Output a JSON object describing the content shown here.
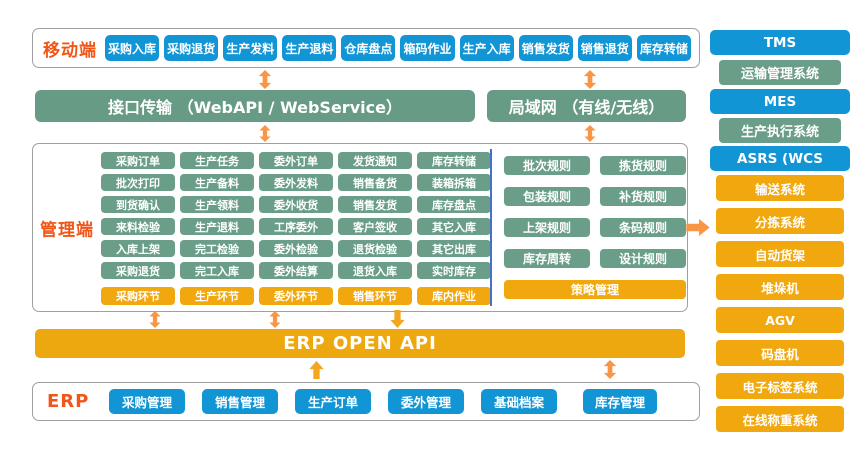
{
  "mobile": {
    "label": "移动端",
    "buttons": [
      "采购入库",
      "采购退货",
      "生产发料",
      "生产退料",
      "仓库盘点",
      "箱码作业",
      "生产入库",
      "销售发货",
      "销售退货",
      "库存转储"
    ]
  },
  "bars": {
    "api": "接口传输 （WebAPI / WebService）",
    "lan": "局域网 （有线/无线）"
  },
  "management": {
    "label": "管理端",
    "columns": [
      {
        "items": [
          "采购订单",
          "批次打印",
          "到货确认",
          "来料检验",
          "入库上架",
          "采购退货"
        ],
        "footer": "采购环节"
      },
      {
        "items": [
          "生产任务",
          "生产备料",
          "生产领料",
          "生产退料",
          "完工检验",
          "完工入库"
        ],
        "footer": "生产环节"
      },
      {
        "items": [
          "委外订单",
          "委外发料",
          "委外收货",
          "工序委外",
          "委外检验",
          "委外结算"
        ],
        "footer": "委外环节"
      },
      {
        "items": [
          "发货通知",
          "销售备货",
          "销售发货",
          "客户签收",
          "退货检验",
          "退货入库"
        ],
        "footer": "销售环节"
      },
      {
        "items": [
          "库存转储",
          "装箱拆箱",
          "库存盘点",
          "其它入库",
          "其它出库",
          "实时库存"
        ],
        "footer": "库内作业"
      }
    ],
    "rules": {
      "items": [
        "批次规则",
        "拣货规则",
        "包装规则",
        "补货规则",
        "上架规则",
        "条码规则",
        "库存周转",
        "设计规则"
      ],
      "footer": "策略管理"
    }
  },
  "erp_api_bar": "ERP  OPEN API",
  "erp": {
    "label": "ERP",
    "buttons": [
      "采购管理",
      "销售管理",
      "生产订单",
      "委外管理",
      "基础档案"
    ],
    "stock_button": "库存管理"
  },
  "sidebar": {
    "tms_header": "TMS",
    "tms_sub": "运输管理系统",
    "mes_header": "MES",
    "mes_sub": "生产执行系统",
    "asrs_header": "ASRS  (WCS",
    "devices": [
      "输送系统",
      "分拣系统",
      "自动货架",
      "堆垛机",
      "AGV",
      "码盘机",
      "电子标签系统",
      "在线称重系统"
    ]
  },
  "colors": {
    "blue": "#1295d5",
    "green": "#689b85",
    "gold": "#f0a80e",
    "label_red": "#f25518",
    "arrow_salmon": "#f79646",
    "arrow_gold": "#f2a71e",
    "divider_blue": "#4472c4"
  }
}
